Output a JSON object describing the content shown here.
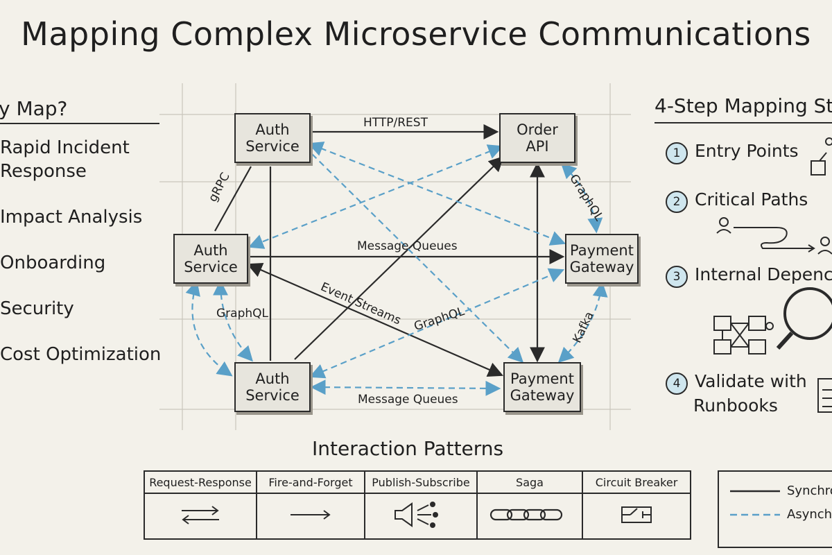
{
  "title": "Mapping Complex Microservice Communications",
  "left_panel": {
    "heading": "y Map?",
    "reasons": [
      "Rapid Incident Response",
      "Impact Analysis",
      "Onboarding",
      "Security",
      "Cost Optimization"
    ]
  },
  "diagram": {
    "nodes": {
      "auth_top": [
        "Auth",
        "Service"
      ],
      "order_api": [
        "Order",
        "API"
      ],
      "auth_mid": [
        "Auth",
        "Service"
      ],
      "payment_mid": [
        "Payment",
        "Gateway"
      ],
      "auth_bottom": [
        "Auth",
        "Service"
      ],
      "payment_bottom": [
        "Payment",
        "Gateway"
      ]
    },
    "edge_labels": {
      "http_rest": "HTTP/REST",
      "grpc": "gRPC",
      "graphql_right": "GraphQL",
      "message_queues_mid": "Message Queues",
      "event_streams": "Event Streams",
      "graphql_center": "GraphQL",
      "graphql_left": "GraphQL",
      "kafka": "Kafka",
      "message_queues_bottom": "Message Queues"
    }
  },
  "steps_panel": {
    "heading": "4-Step Mapping St",
    "steps": [
      {
        "num": "1",
        "label": "Entry Points"
      },
      {
        "num": "2",
        "label": "Critical Paths"
      },
      {
        "num": "3",
        "label": "Internal Depenc"
      },
      {
        "num": "4",
        "label": "Validate with Runbooks"
      }
    ]
  },
  "patterns": {
    "title": "Interaction Patterns",
    "columns": [
      "Request-Response",
      "Fire-and-Forget",
      "Publish-Subscribe",
      "Saga",
      "Circuit Breaker"
    ]
  },
  "legend": {
    "sync": "Synchro",
    "async": "Asynchr"
  },
  "colors": {
    "background": "#f3f1ea",
    "ink": "#2a2a2a",
    "async_blue": "#5aa0c8",
    "step_fill": "#cfe6ee"
  }
}
